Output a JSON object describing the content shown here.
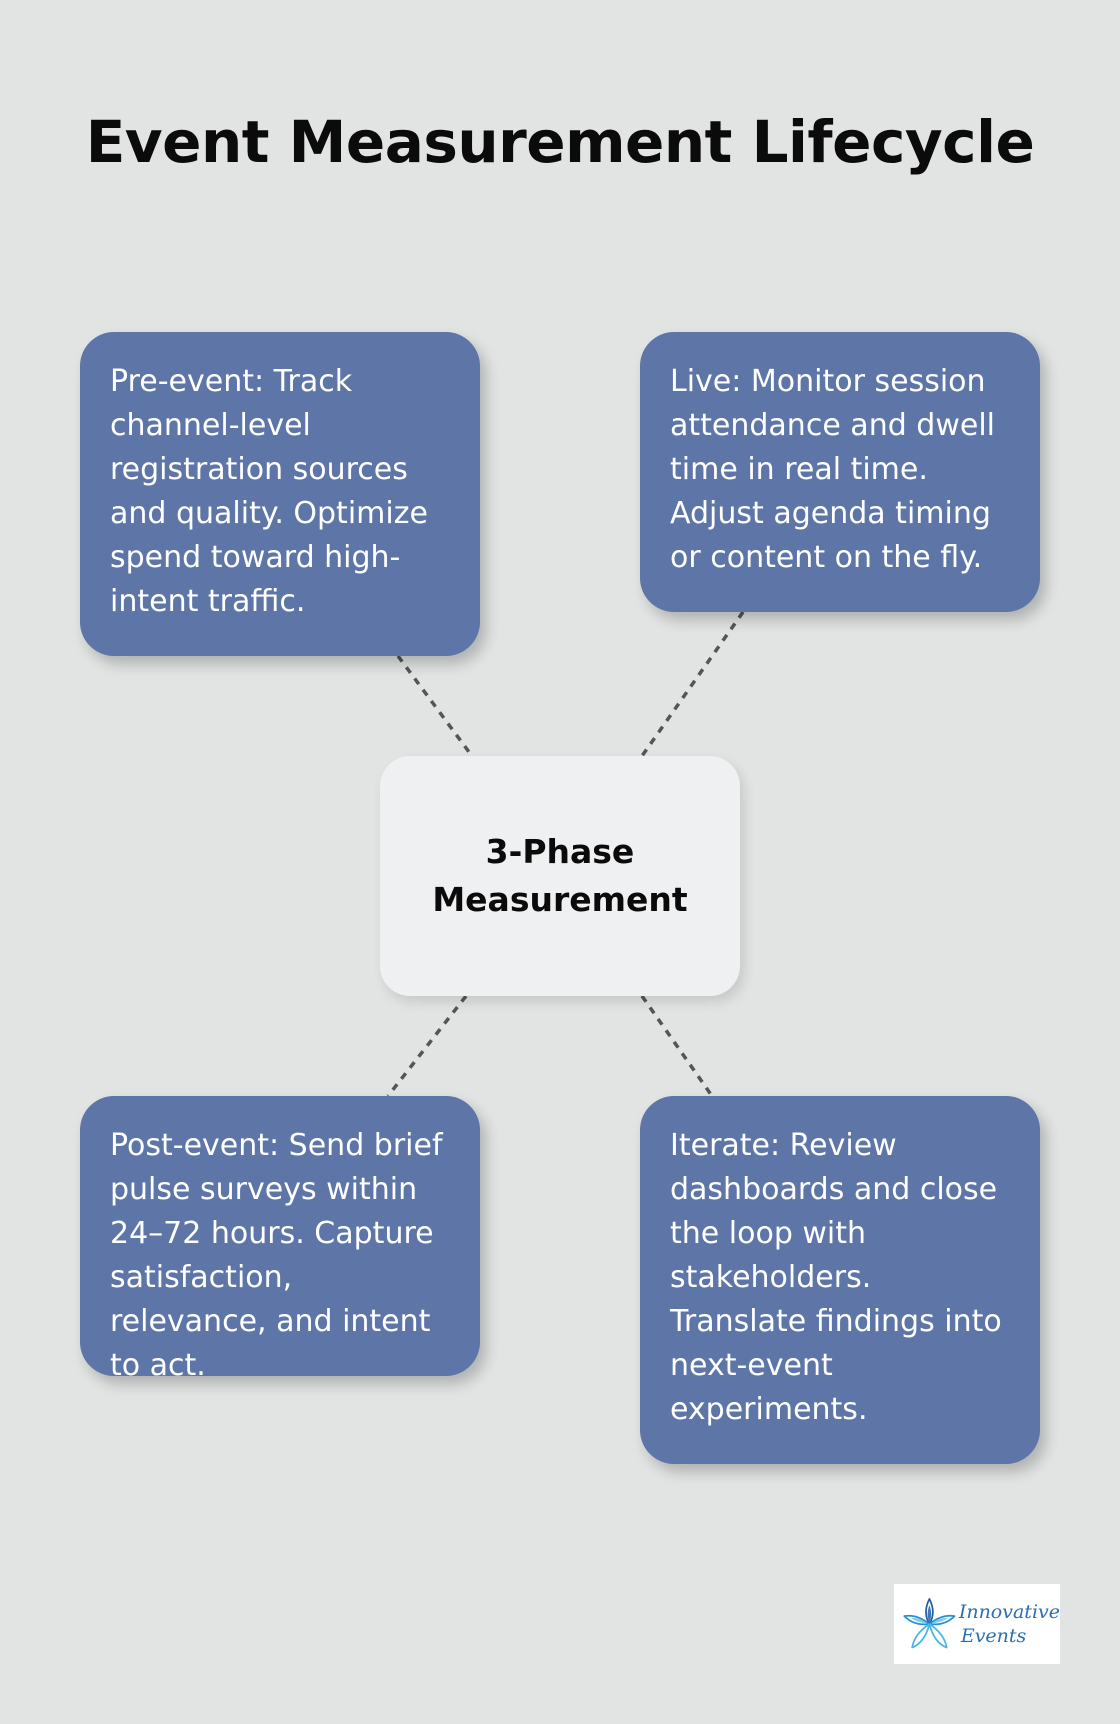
{
  "title": "Event Measurement Lifecycle",
  "center": {
    "label": "3-Phase Measurement"
  },
  "phases": [
    {
      "id": "pre-event",
      "text": "Pre-event: Track channel-level registration sources and quality. Optimize spend toward high-intent traffic."
    },
    {
      "id": "live",
      "text": "Live: Monitor session attendance and dwell time in real time. Adjust agenda timing or content on the fly."
    },
    {
      "id": "post-event",
      "text": "Post-event: Send brief pulse surveys within 24–72 hours. Capture satisfaction, relevance, and intent to act."
    },
    {
      "id": "iterate",
      "text": "Iterate: Review dashboards and close the loop with stakeholders. Translate findings into next-event experiments."
    }
  ],
  "logo": {
    "icon": "lotus-flower-icon",
    "line1": "Innovative",
    "line2": "Events"
  },
  "colors": {
    "background": "#e1e4e3",
    "phase_box": "#5e76a7",
    "center_box": "#eff0f2",
    "connector": "#555555",
    "logo_accent": "#2b6fb0"
  }
}
